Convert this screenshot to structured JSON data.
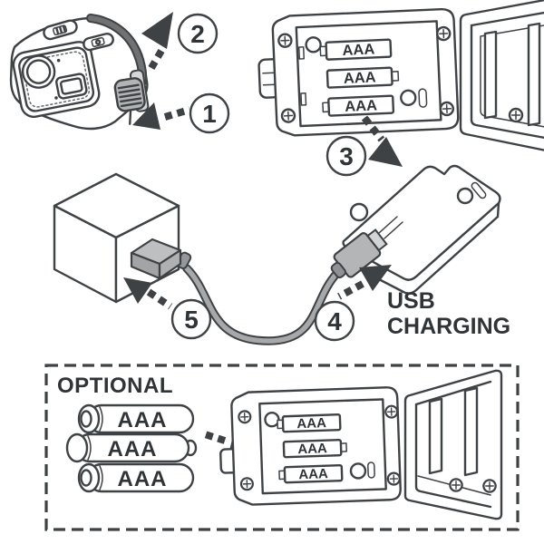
{
  "diagram": {
    "type": "instruction-manual-illustration",
    "subject": "headlamp battery compartment and USB charging steps",
    "steps": [
      "1",
      "2",
      "3",
      "4",
      "5"
    ],
    "usb_charging": {
      "line1": "USB",
      "line2": "CHARGING"
    },
    "main_compartment_batteries": [
      "AAA",
      "AAA",
      "AAA"
    ],
    "optional": {
      "title": "OPTIONAL",
      "loose_batteries": [
        "AAA",
        "AAA",
        "AAA"
      ],
      "compartment_batteries": [
        "AAA",
        "AAA",
        "AAA"
      ]
    },
    "colors": {
      "line": "#3f4245",
      "text": "#303437",
      "connector_gray": "#b3b5b7",
      "connector_dark_gray": "#a2a4a6",
      "cable_gray": "#a6a8aa",
      "strap_gray": "#6f7173",
      "strap_light_gray": "#d4d6d8",
      "background": "#ffffff"
    }
  }
}
